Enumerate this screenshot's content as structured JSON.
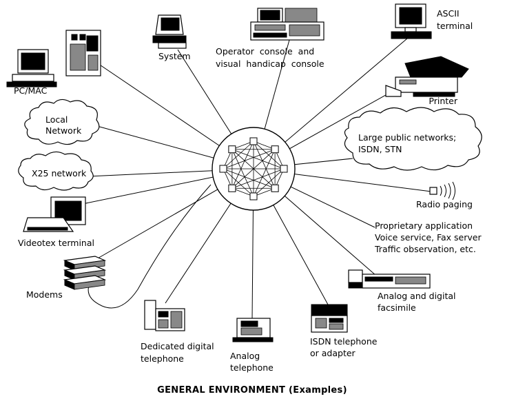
{
  "title": "GENERAL ENVIRONMENT (Examples)",
  "hub": {
    "icon": "mesh-switch-icon"
  },
  "nodes": [
    {
      "id": "pcmac",
      "lines": [
        "PC/MAC"
      ],
      "icon": "pc-icon"
    },
    {
      "id": "system",
      "lines": [
        "System"
      ],
      "icon": "computer-icon"
    },
    {
      "id": "operator",
      "lines": [
        "Operator console and",
        "visual handicap console"
      ],
      "icon": "operator-console-icon"
    },
    {
      "id": "ascii",
      "lines": [
        "ASCII",
        "terminal"
      ],
      "icon": "terminal-icon"
    },
    {
      "id": "printer",
      "lines": [
        "Printer"
      ],
      "icon": "printer-icon"
    },
    {
      "id": "local",
      "lines": [
        "Local",
        "Network"
      ],
      "icon": "cloud-icon"
    },
    {
      "id": "public",
      "lines": [
        "Large public networks;",
        "ISDN, STN"
      ],
      "icon": "cloud-icon"
    },
    {
      "id": "x25",
      "lines": [
        "X25 network"
      ],
      "icon": "cloud-icon"
    },
    {
      "id": "paging",
      "lines": [
        "Radio paging"
      ],
      "icon": "pager-icon"
    },
    {
      "id": "videotex",
      "lines": [
        "Videotex terminal"
      ],
      "icon": "videotex-icon"
    },
    {
      "id": "proprietary",
      "lines": [
        "Proprietary application",
        "Voice service, Fax server",
        "Traffic observation, etc."
      ],
      "icon": "none"
    },
    {
      "id": "modems",
      "lines": [
        "Modems"
      ],
      "icon": "modem-icon"
    },
    {
      "id": "fax",
      "lines": [
        "Analog and digital",
        "facsimile"
      ],
      "icon": "fax-icon"
    },
    {
      "id": "digitaltel",
      "lines": [
        "Dedicated digital",
        "telephone"
      ],
      "icon": "digital-phone-icon"
    },
    {
      "id": "analogtel",
      "lines": [
        "Analog",
        "telephone"
      ],
      "icon": "phone-icon"
    },
    {
      "id": "isdntel",
      "lines": [
        "ISDN telephone",
        "or adapter"
      ],
      "icon": "isdn-phone-icon"
    }
  ]
}
